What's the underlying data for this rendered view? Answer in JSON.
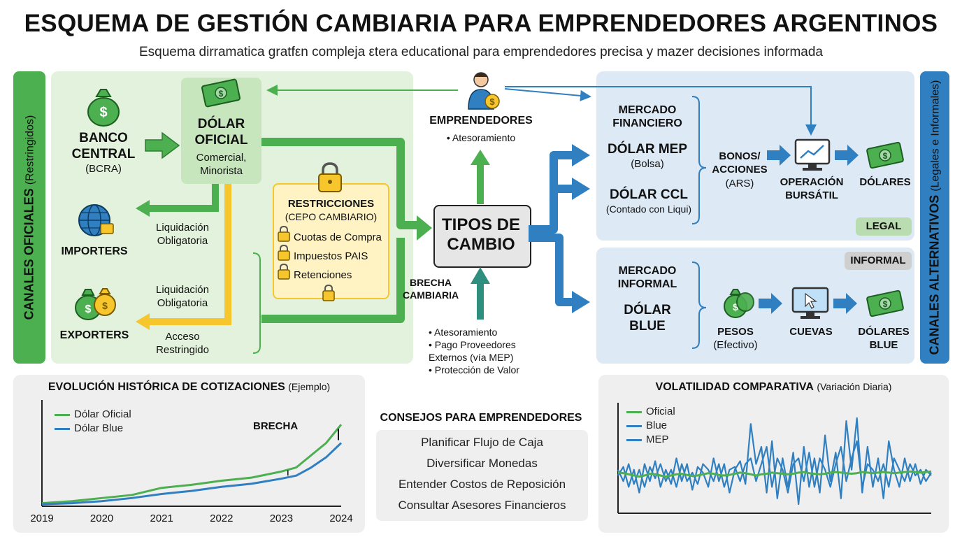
{
  "header": {
    "title": "ESQUEMA DE GESTIÓN CAMBIARIA PARA EMPRENDEDORES ARGENTINOS",
    "subtitle": "Esquema dirramatica gratfεn compleja εtera educational para emprendedores precisa y mazer decisiones informada"
  },
  "left_rail": {
    "title": "CANALES OFICIALES",
    "sub": "(Restringidos)"
  },
  "right_rail": {
    "title": "CANALES ALTERNATIVOS",
    "sub": "(Legales e Informales)"
  },
  "oficial": {
    "banco_title": "BANCO\nCENTRAL",
    "banco_sub": "(BCRA)",
    "dolar_title": "DÓLAR\nOFICIAL",
    "dolar_sub": "Comercial,\nMinorista",
    "importers": "IMPORTERS",
    "exporters": "EXPORTERS",
    "liq1": "Liquidación\nObligatoria",
    "liq2": "Liquidación\nObligatoria",
    "acceso": "Acceso\nRestringido"
  },
  "restricciones": {
    "title": "RESTRICCIONES",
    "sub": "(CEPO CAMBIARIO)",
    "items": [
      "Cuotas de Compra",
      "Impuestos PAIS",
      "Retenciones"
    ]
  },
  "center": {
    "emprendedores": "EMPRENDEDORES",
    "atesoramiento": "• Atesoramiento",
    "tipos": "TIPOS DE\nCAMBIO",
    "brecha": "BRECHA\nCAMBIARIA",
    "bottom_items": [
      "• Atesoramiento",
      "• Pago Proveedores\n  Externos (vía MEP)",
      "• Protección de Valor"
    ]
  },
  "financiero": {
    "mercado": "MERCADO\nFINANCIERO",
    "mep_title": "DÓLAR MEP",
    "mep_sub": "(Bolsa)",
    "ccl_title": "DÓLAR CCL",
    "ccl_sub": "(Contado con Liqui)",
    "bonos": "BONOS/\nACCIONES",
    "bonos_sub": "(ARS)",
    "operacion": "OPERACIÓN\nBURSÁTIL",
    "dolares": "DÓLARES",
    "badge": "LEGAL"
  },
  "informal": {
    "badge": "INFORMAL",
    "mercado": "MERCADO\nINFORMAL",
    "blue": "DÓLAR\nBLUE",
    "pesos": "PESOS",
    "pesos_sub": "(Efectivo)",
    "cuevas": "CUEVAS",
    "dolares": "DÓLARES\nBLUE"
  },
  "tips": {
    "title": "CONSEJOS PARA EMPRENDEDORES",
    "items": [
      "Planificar Flujo de Caja",
      "Diversificar Monedas",
      "Entender Costos de Reposición",
      "Consultar Asesores Financieros"
    ]
  },
  "colors": {
    "green": "#4caf50",
    "blue": "#2f7fc1",
    "yellow": "#f6c62c",
    "green_panel": "#e3f2dc",
    "blue_panel": "#dde9f5"
  },
  "chart_data": [
    {
      "type": "line",
      "title": "EVOLUCIÓN HISTÓRICA DE COTIZACIONES",
      "title_note": "(Ejemplo)",
      "annotation": "BRECHA",
      "x": [
        2019,
        2019.5,
        2020,
        2020.5,
        2021,
        2021.5,
        2022,
        2022.5,
        2023,
        2023.25,
        2023.5,
        2023.75,
        2024
      ],
      "x_ticks": [
        "2019",
        "2020",
        "2021",
        "2022",
        "2023",
        "2024"
      ],
      "ylim": [
        0,
        100
      ],
      "series": [
        {
          "name": "Dólar Oficial",
          "color": "#4caf50",
          "values": [
            3,
            5,
            8,
            11,
            18,
            21,
            25,
            28,
            34,
            38,
            50,
            62,
            80
          ]
        },
        {
          "name": "Dólar Blue",
          "color": "#2f7fc1",
          "values": [
            2,
            3,
            5,
            8,
            12,
            15,
            19,
            22,
            27,
            30,
            38,
            48,
            62
          ]
        }
      ]
    },
    {
      "type": "line",
      "title": "VOLATILIDAD COMPARATIVA",
      "title_note": "(Variación Diaria)",
      "ylim": [
        -1,
        1
      ],
      "series": [
        {
          "name": "Oficial",
          "color": "#4caf50",
          "values": [
            0.05,
            0.04,
            0.02,
            0.0,
            -0.02,
            0.0,
            0.03,
            0.02,
            0.0,
            -0.02,
            0.0,
            0.02,
            0.03,
            0.01,
            -0.01,
            0.0,
            0.02,
            0.04,
            0.03,
            0.01,
            0.0,
            0.01,
            0.03,
            0.05,
            0.04,
            0.02,
            0.0,
            0.02,
            0.03,
            0.05,
            0.04,
            0.03,
            0.02,
            0.03,
            0.05,
            0.06,
            0.04,
            0.03,
            0.02,
            0.03,
            0.05,
            0.06,
            0.05,
            0.04,
            0.03,
            0.04,
            0.06,
            0.05,
            0.04,
            0.05,
            0.06,
            0.05,
            0.04,
            0.05,
            0.06,
            0.07,
            0.06,
            0.05,
            0.06,
            0.07
          ]
        },
        {
          "name": "Blue",
          "color": "#2f7fc1",
          "values": [
            0.0,
            0.15,
            -0.2,
            0.1,
            -0.3,
            0.2,
            -0.1,
            0.25,
            -0.2,
            0.1,
            -0.15,
            0.3,
            -0.1,
            0.2,
            -0.25,
            0.15,
            0.05,
            -0.2,
            0.3,
            -0.1,
            0.2,
            -0.3,
            0.1,
            0.25,
            -0.15,
            0.9,
            0.2,
            0.5,
            -0.3,
            0.6,
            -0.4,
            0.3,
            -0.2,
            0.4,
            -0.5,
            0.5,
            -0.2,
            0.3,
            -0.3,
            0.7,
            -0.1,
            0.4,
            -0.4,
            0.95,
            0.1,
            1.0,
            -0.3,
            0.5,
            -0.2,
            0.3,
            -0.4,
            0.6,
            0.1,
            -0.2,
            0.3,
            -0.1,
            0.2,
            -0.15,
            0.1,
            0.0
          ]
        },
        {
          "name": "MEP",
          "color": "#2f7fc1",
          "values": [
            0.1,
            -0.1,
            0.2,
            -0.15,
            0.1,
            -0.2,
            0.15,
            -0.05,
            0.2,
            -0.1,
            0.1,
            -0.2,
            0.2,
            -0.1,
            0.05,
            -0.15,
            0.2,
            0.1,
            -0.1,
            0.2,
            -0.2,
            0.1,
            0.15,
            -0.1,
            0.2,
            0.3,
            -0.1,
            0.2,
            0.5,
            -0.2,
            0.3,
            0.1,
            -0.3,
            0.2,
            0.3,
            -0.1,
            0.4,
            -0.2,
            0.3,
            0.1,
            -0.2,
            0.2,
            0.5,
            -0.1,
            0.3,
            0.6,
            -0.2,
            0.2,
            0.1,
            -0.1,
            0.2,
            -0.2,
            0.3,
            0.1,
            -0.1,
            0.2,
            0.0,
            0.1,
            -0.1,
            0.05
          ]
        }
      ]
    }
  ]
}
